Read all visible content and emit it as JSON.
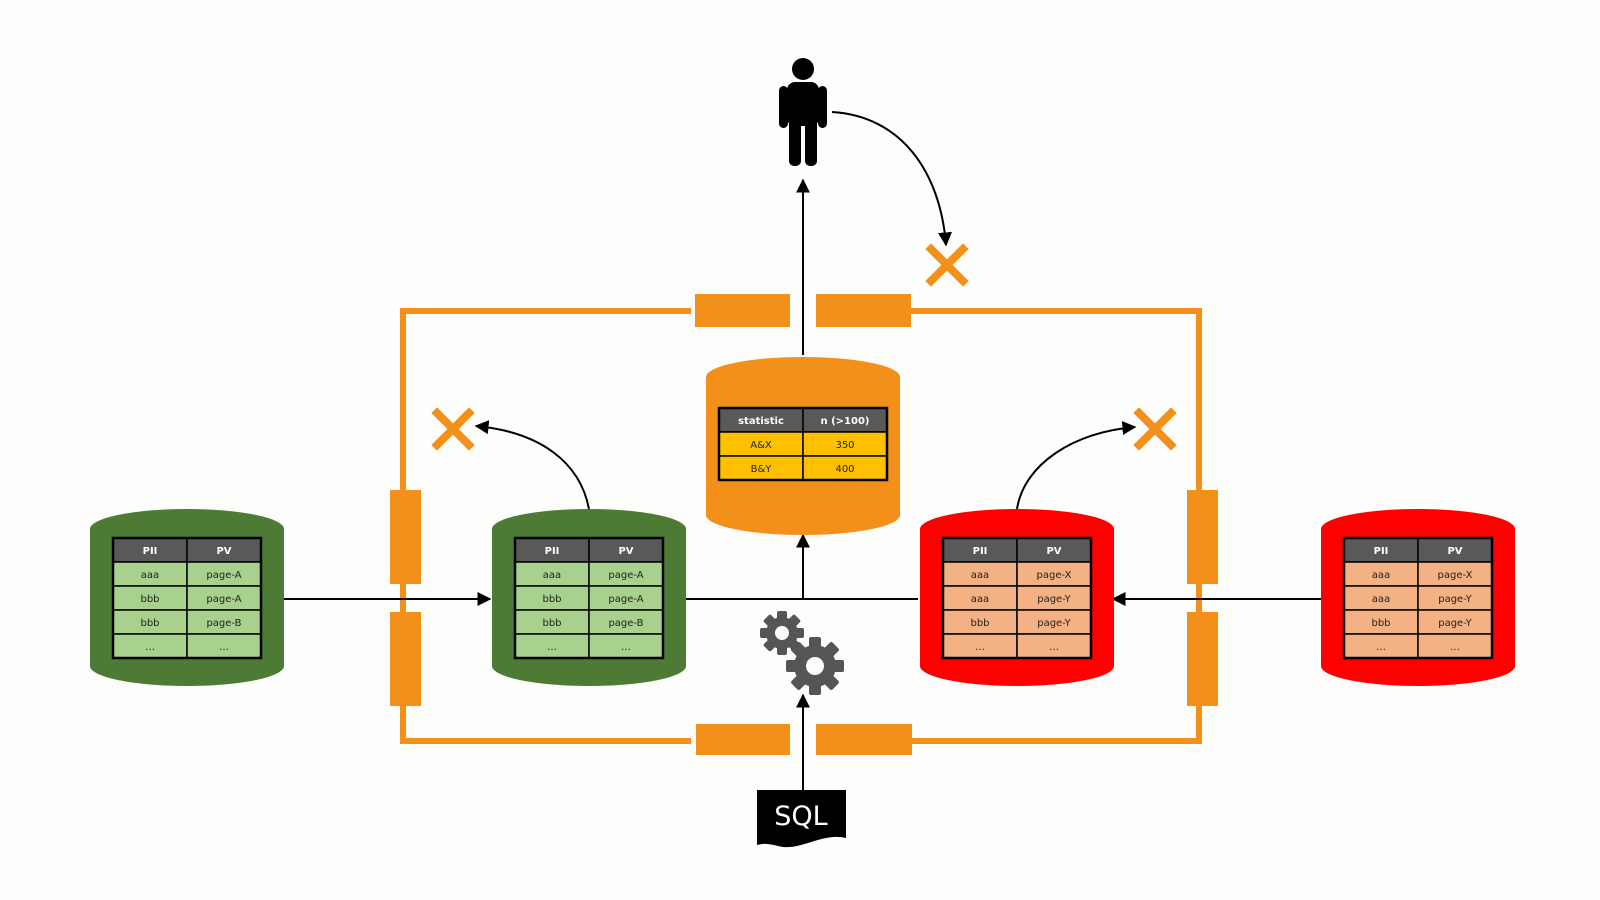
{
  "colors": {
    "orange": "#f39019",
    "dark_green": "#4d7a34",
    "light_green": "#a9d18e",
    "red": "#ff0000",
    "salmon": "#f4b183",
    "gold": "#ffc000",
    "header_gray": "#595959",
    "black": "#000000"
  },
  "icons": [
    "person-icon",
    "gears-icon",
    "cross-icon",
    "sql-document-icon"
  ],
  "sql_label": "SQL",
  "tables": [
    {
      "id": "source-green",
      "fill": "#a9d18e",
      "drum": "#4d7a34",
      "headers": [
        "PII",
        "PV"
      ],
      "rows": [
        [
          "aaa",
          "page-A"
        ],
        [
          "bbb",
          "page-A"
        ],
        [
          "bbb",
          "page-B"
        ],
        [
          "…",
          "…"
        ]
      ]
    },
    {
      "id": "clean-room-green",
      "fill": "#a9d18e",
      "drum": "#4d7a34",
      "headers": [
        "PII",
        "PV"
      ],
      "rows": [
        [
          "aaa",
          "page-A"
        ],
        [
          "bbb",
          "page-A"
        ],
        [
          "bbb",
          "page-B"
        ],
        [
          "…",
          "…"
        ]
      ]
    },
    {
      "id": "result",
      "fill": "#ffc000",
      "drum": "#f39019",
      "headers": [
        "statistic",
        "n (>100)"
      ],
      "rows": [
        [
          "A&X",
          "350"
        ],
        [
          "B&Y",
          "400"
        ]
      ]
    },
    {
      "id": "clean-room-red",
      "fill": "#f4b183",
      "drum": "#ff0000",
      "headers": [
        "PII",
        "PV"
      ],
      "rows": [
        [
          "aaa",
          "page-X"
        ],
        [
          "aaa",
          "page-Y"
        ],
        [
          "bbb",
          "page-Y"
        ],
        [
          "…",
          "…"
        ]
      ]
    },
    {
      "id": "source-red",
      "fill": "#f4b183",
      "drum": "#ff0000",
      "headers": [
        "PII",
        "PV"
      ],
      "rows": [
        [
          "aaa",
          "page-X"
        ],
        [
          "aaa",
          "page-Y"
        ],
        [
          "bbb",
          "page-Y"
        ],
        [
          "…",
          "…"
        ]
      ]
    }
  ]
}
